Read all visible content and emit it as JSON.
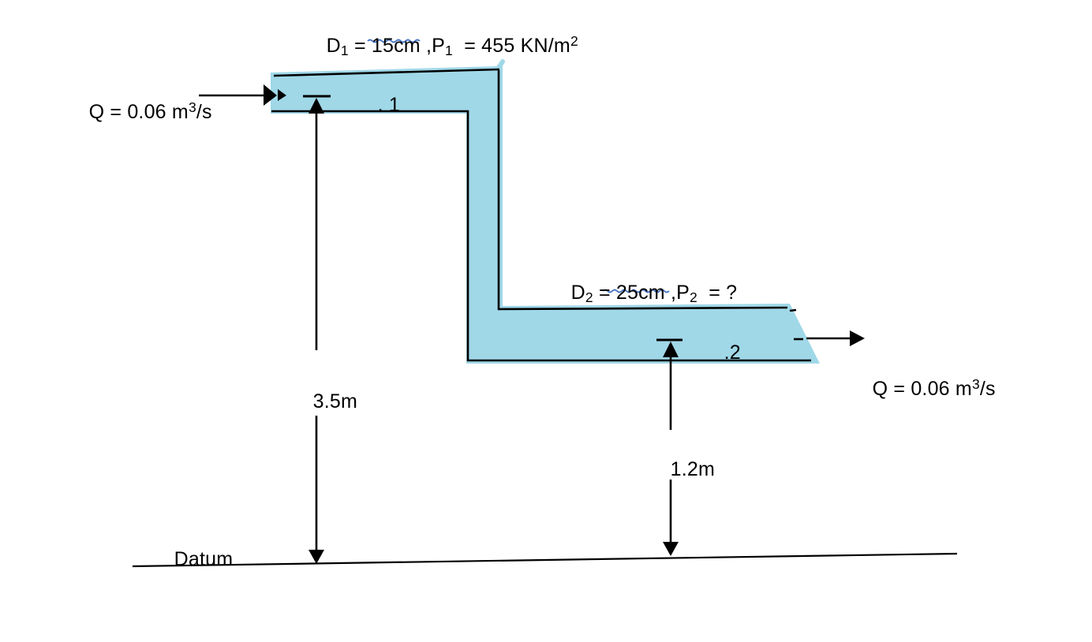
{
  "colors": {
    "pipe_fill": "#a0d8e8",
    "outline": "#000000",
    "squiggle": "#4472c4"
  },
  "labels": {
    "pipe1": {
      "t1": "D",
      "sub1": "1",
      "t2": " = 15cm ,P",
      "sub2": "1",
      "t3": "  = 455 KN/m",
      "sup1": "2"
    },
    "pipe2": {
      "t1": "D",
      "sub1": "2",
      "t2": " = 25cm ,P",
      "sub2": "2",
      "t3": "  = ?"
    },
    "q_in": {
      "t1": "Q = 0.06 m",
      "sup1": "3",
      "t2": "/s"
    },
    "q_out": {
      "t1": "Q = 0.06 m",
      "sup1": "3",
      "t2": "/s"
    },
    "point1": ". 1",
    "point2": ".2",
    "dim_vertical_1": "3.5m",
    "dim_vertical_2": "1.2m",
    "datum": "Datum"
  }
}
